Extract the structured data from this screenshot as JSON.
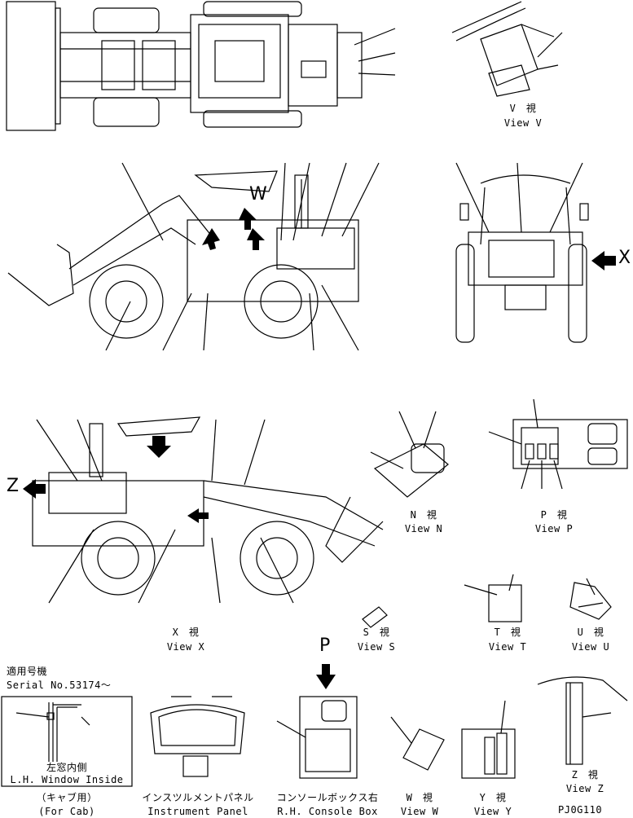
{
  "views": {
    "v": {
      "jp": "V　視",
      "en": "View V"
    },
    "x_arrow": "X",
    "z_arrow": "Z",
    "w_arrow": "W",
    "n": {
      "jp": "N　視",
      "en": "View N"
    },
    "p": {
      "jp": "P　視",
      "en": "View P"
    },
    "x": {
      "jp": "X　視",
      "en": "View X"
    },
    "s": {
      "jp": "S　視",
      "en": "View S"
    },
    "t": {
      "jp": "T　視",
      "en": "View T"
    },
    "u": {
      "jp": "U　視",
      "en": "View U"
    },
    "p_arrow": "P",
    "w": {
      "jp": "W　視",
      "en": "View W"
    },
    "y": {
      "jp": "Y　視",
      "en": "View Y"
    },
    "z": {
      "jp": "Z　視",
      "en": "View Z"
    }
  },
  "serial": {
    "jp": "適用号機",
    "en": "Serial No.53174～"
  },
  "window": {
    "jp": "左窓内側",
    "en": "L.H. Window Inside"
  },
  "cab": {
    "jp": "（キャブ用）",
    "en": "(For Cab)"
  },
  "instrument": {
    "jp": "インスツルメントパネル",
    "en": "Instrument Panel"
  },
  "console": {
    "jp": "コンソールボックス右",
    "en": "R.H. Console Box"
  },
  "drawing_no": "PJ0G110"
}
